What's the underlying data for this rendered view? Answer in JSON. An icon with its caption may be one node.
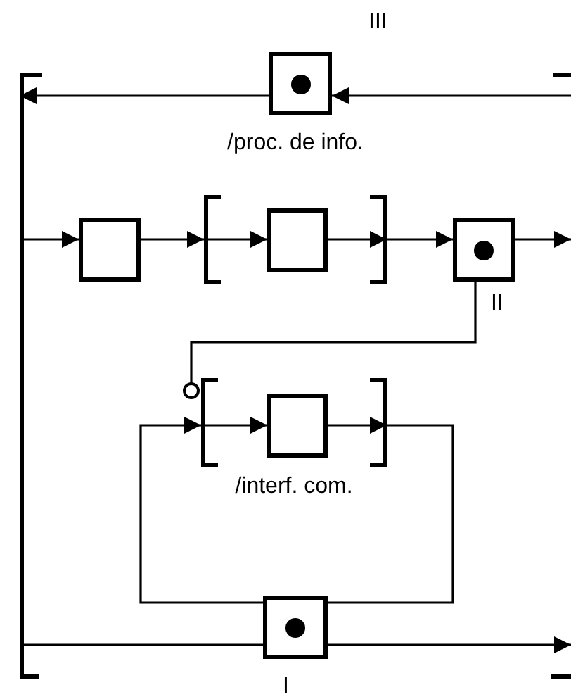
{
  "diagram": {
    "nodes": [
      {
        "text": [],
        "shape": "bracket"
      },
      {
        "text": [],
        "shape": "token",
        "in": 0,
        "beside": [
          "III"
        ]
      },
      {
        "text": [],
        "shape": "box",
        "in": 0
      },
      {
        "text": [
          "/proc. de info."
        ],
        "in": 0
      },
      {
        "text": [],
        "shape": "box",
        "in": 3
      },
      {
        "text": [],
        "shape": "token",
        "in": 0,
        "beside": [
          "II"
        ]
      },
      {
        "text": [
          "/interf. com."
        ],
        "in": 0
      },
      {
        "text": [],
        "shape": "box",
        "in": 6
      },
      {
        "text": [],
        "shape": "token",
        "in": 0,
        "beside": [
          "I"
        ]
      }
    ],
    "edges": [
      {
        "from": null,
        "to": 1,
        "arrow": "to"
      },
      {
        "from": 1,
        "to": 0,
        "arrow": "to"
      },
      {
        "from": 0,
        "to": 2,
        "arrow": "to"
      },
      {
        "from": 2,
        "to": 3,
        "arrow": "to"
      },
      {
        "from": 3,
        "to": 4,
        "arrow": "to"
      },
      {
        "from": 4,
        "to": 3,
        "arrow": "to"
      },
      {
        "from": 3,
        "to": 5,
        "arrow": "to"
      },
      {
        "from": 5,
        "to": null,
        "arrow": "to"
      },
      {
        "from": 5,
        "to": 6,
        "arrow": "other"
      },
      {
        "from": 6,
        "to": 8,
        "arrow": "none"
      },
      {
        "from": 8,
        "to": 6,
        "arrow": "to"
      },
      {
        "from": 0,
        "to": 8,
        "arrow": "none"
      },
      {
        "from": 8,
        "to": null,
        "arrow": "to"
      },
      {
        "from": 6,
        "to": 7,
        "arrow": "to"
      },
      {
        "from": 7,
        "to": 6,
        "arrow": "to"
      }
    ]
  }
}
